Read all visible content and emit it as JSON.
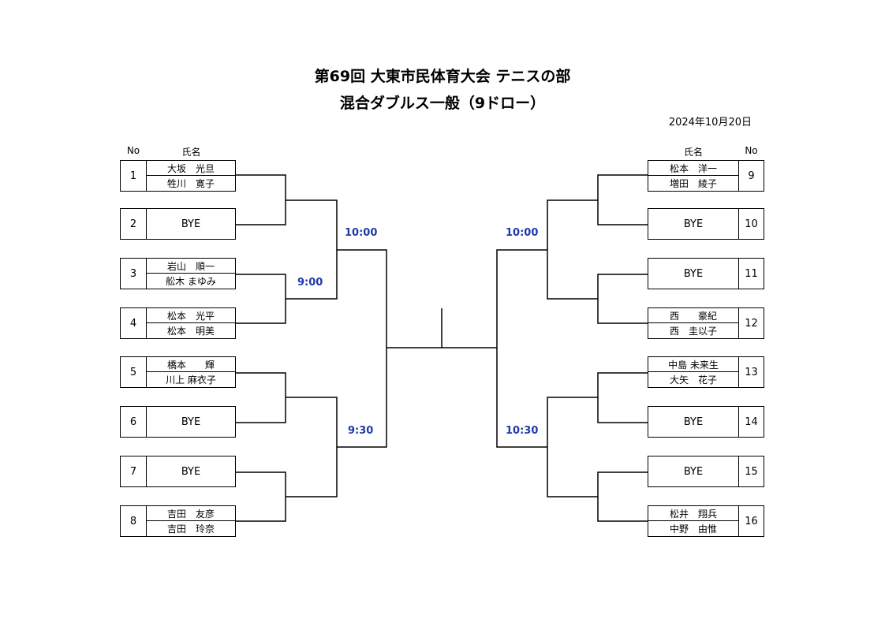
{
  "title": "第69回 大東市民体育大会 テニスの部",
  "subtitle": "混合ダブルス一般（9ドロー）",
  "date": "2024年10月20日",
  "headers": {
    "no": "No",
    "name": "氏名"
  },
  "entries": [
    {
      "no": "1",
      "names": [
        "大坂　光旦",
        "牲川　寛子"
      ]
    },
    {
      "no": "2",
      "bye": "BYE"
    },
    {
      "no": "3",
      "names": [
        "岩山　順一",
        "舩木 まゆみ"
      ]
    },
    {
      "no": "4",
      "names": [
        "松本　光平",
        "松本　明美"
      ]
    },
    {
      "no": "5",
      "names": [
        "橋本　　輝",
        "川上 麻衣子"
      ]
    },
    {
      "no": "6",
      "bye": "BYE"
    },
    {
      "no": "7",
      "bye": "BYE"
    },
    {
      "no": "8",
      "names": [
        "吉田　友彦",
        "吉田　玲奈"
      ]
    },
    {
      "no": "9",
      "names": [
        "松本　洋一",
        "増田　綾子"
      ]
    },
    {
      "no": "10",
      "bye": "BYE"
    },
    {
      "no": "11",
      "bye": "BYE"
    },
    {
      "no": "12",
      "names": [
        "西　　豪紀",
        "西　圭以子"
      ]
    },
    {
      "no": "13",
      "names": [
        "中島 未来生",
        "大矢　花子"
      ]
    },
    {
      "no": "14",
      "bye": "BYE"
    },
    {
      "no": "15",
      "bye": "BYE"
    },
    {
      "no": "16",
      "names": [
        "松井　翔兵",
        "中野　由惟"
      ]
    }
  ],
  "times": {
    "left_r2_top": "10:00",
    "left_r1_3_4": "9:00",
    "left_r2_bottom": "9:30",
    "right_r2_top": "10:00",
    "right_r2_bottom": "10:30"
  }
}
